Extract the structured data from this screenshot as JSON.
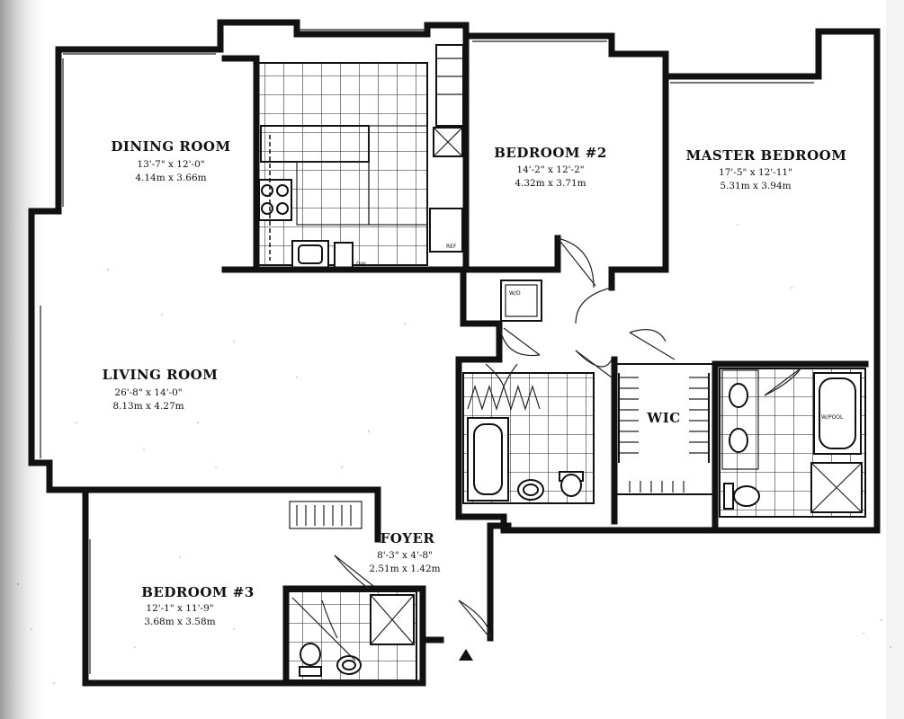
{
  "rooms": {
    "dining": {
      "name": "DINING ROOM",
      "dim_imperial": "13'-7\" x 12'-0\"",
      "dim_metric": "4.14m x 3.66m"
    },
    "bedroom2": {
      "name": "BEDROOM #2",
      "dim_imperial": "14'-2\" x 12'-2\"",
      "dim_metric": "4.32m x 3.71m"
    },
    "master": {
      "name": "MASTER BEDROOM",
      "dim_imperial": "17'-5\" x 12'-11\"",
      "dim_metric": "5.31m x 3.94m"
    },
    "living": {
      "name": "LIVING ROOM",
      "dim_imperial": "26'-8\" x 14'-0\"",
      "dim_metric": "8.13m x 4.27m"
    },
    "wic": {
      "name": "WIC"
    },
    "foyer": {
      "name": "FOYER",
      "dim_imperial": "8'-3\" x 4'-8\"",
      "dim_metric": "2.51m x 1.42m"
    },
    "bedroom3": {
      "name": "BEDROOM #3",
      "dim_imperial": "12'-1\" x 11'-9\"",
      "dim_metric": "3.68m x 3.58m"
    }
  },
  "fixtures": {
    "washer_dryer": "W/D",
    "whirlpool": "W/POOL",
    "dishwasher": "DW",
    "refrigerator": "REF"
  },
  "icons": {
    "entry": "entry-arrow-icon"
  }
}
